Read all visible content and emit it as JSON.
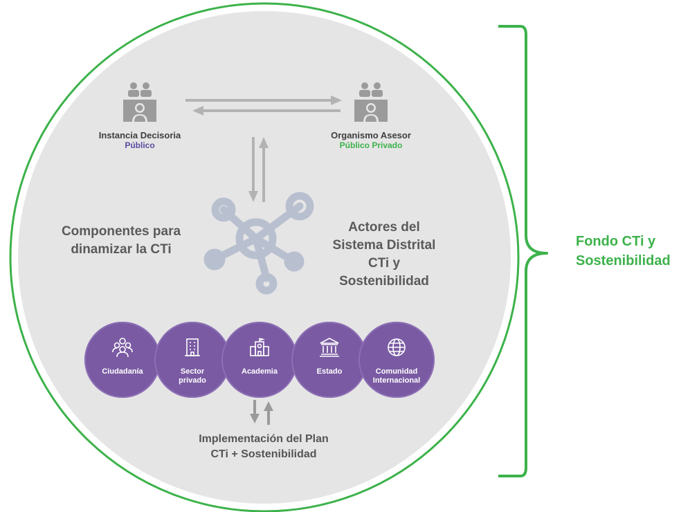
{
  "decision_body": {
    "title": "Instancia Decisoria",
    "subtitle": "Público",
    "icon": "meeting-group-icon"
  },
  "advisory_body": {
    "title": "Organismo Asesor",
    "subtitle": "Público Privado",
    "icon": "meeting-group-icon"
  },
  "left_heading": "Componentes para dinamizar la CTi",
  "right_heading": "Actores del Sistema Distrital CTi y Sostenibilidad",
  "hub_icon": "network-hub-icon",
  "actors": [
    {
      "label": "Ciudadanía",
      "icon": "people-icon"
    },
    {
      "label": "Sector privado",
      "icon": "building-icon"
    },
    {
      "label": "Academia",
      "icon": "university-icon"
    },
    {
      "label": "Estado",
      "icon": "government-icon"
    },
    {
      "label": "Comunidad Internacional",
      "icon": "globe-icon"
    }
  ],
  "implementation": "Implementación del Plan CTi + Sostenibilidad",
  "fund_label": "Fondo CTi y Sostenibilidad",
  "colors": {
    "circle_fill": "#e6e5e6",
    "circle_stroke": "#3cb24a",
    "purple": "#7a5ba3",
    "green": "#3cb24a",
    "arrow_gray": "#b3b3b3",
    "hub_blue": "#b8c0cf"
  }
}
